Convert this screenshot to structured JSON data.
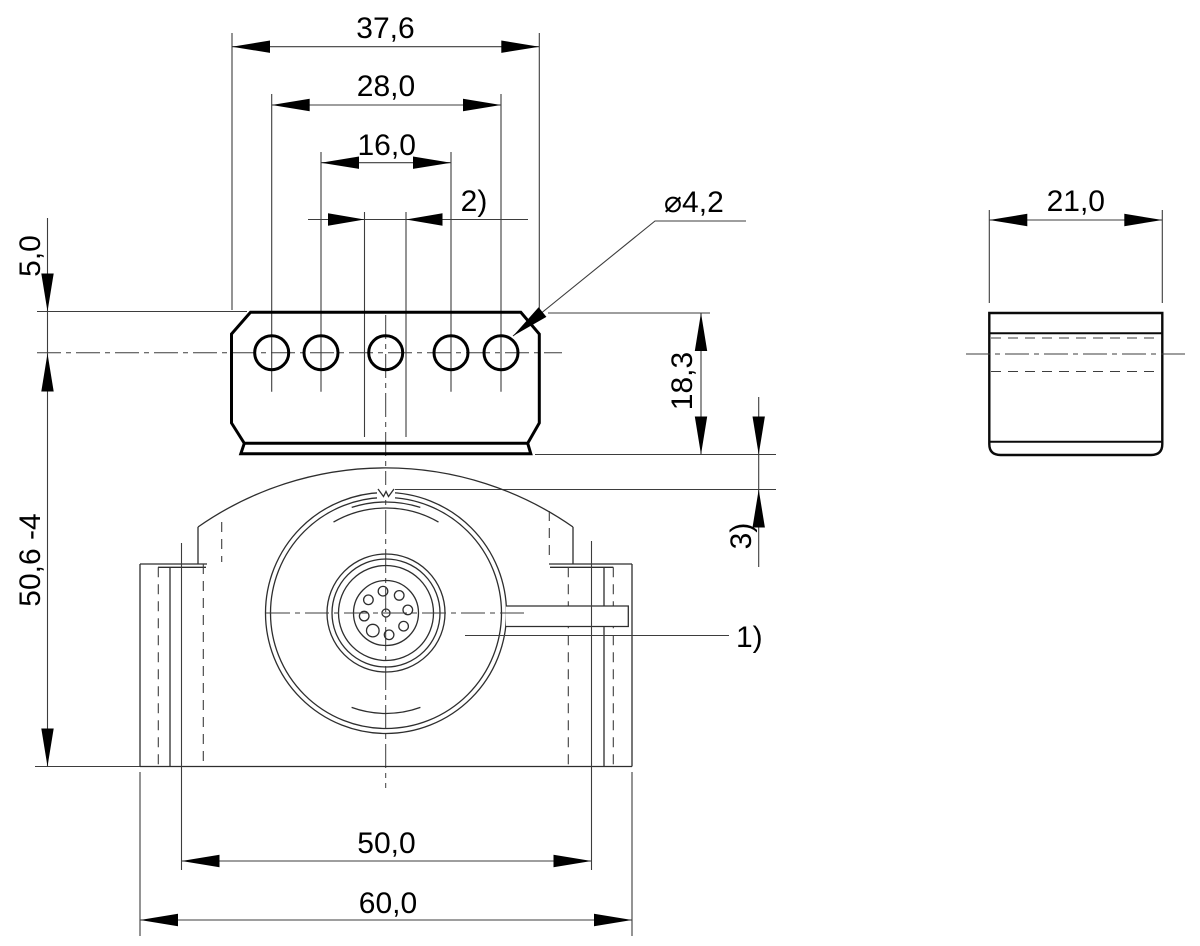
{
  "drawing": {
    "background": "#ffffff",
    "line_color": "#000000",
    "thin_line_color": "#3d3d3d",
    "dimensions": {
      "plate_overall_width": "37,6",
      "hole_span_outer": "28,0",
      "hole_span_inner": "16,0",
      "slot_note": "2)",
      "hole_diameter": "⌀4,2",
      "plate_top_to_holes": "5,0",
      "holes_to_base": "50,6 -4",
      "plate_height": "18,3",
      "clearance_note": "3)",
      "connector_note": "1)",
      "side_view_width": "21,0",
      "slot_span_width": "50,0",
      "body_overall_width": "60,0"
    }
  }
}
